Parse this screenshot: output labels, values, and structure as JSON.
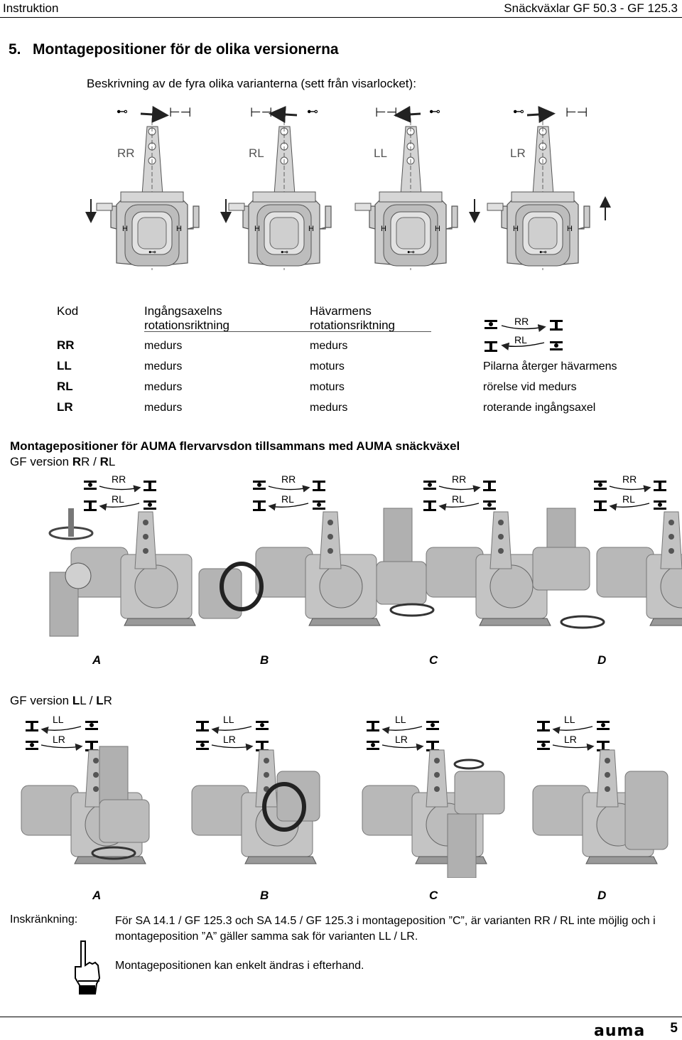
{
  "header": {
    "left": "Instruktion",
    "right": "Snäckväxlar GF 50.3 - GF 125.3"
  },
  "section": {
    "number": "5.",
    "title": "Montagepositioner för de olika versionerna",
    "description": "Beskrivning av de fyra olika varianterna (sett från visarlocket):"
  },
  "variants": [
    "RR",
    "RL",
    "LL",
    "LR"
  ],
  "table": {
    "col_code": "Kod",
    "col_input_1": "Ingångsaxelns",
    "col_input_2": "rotationsriktning",
    "col_lever_1": "Hävarmens",
    "col_lever_2": "rotationsriktning",
    "rows": [
      {
        "code": "RR",
        "input": "medurs",
        "lever": "medurs"
      },
      {
        "code": "LL",
        "input": "medurs",
        "lever": "moturs"
      },
      {
        "code": "RL",
        "input": "medurs",
        "lever": "moturs"
      },
      {
        "code": "LR",
        "input": "medurs",
        "lever": "medurs"
      }
    ],
    "legend_top": "RR",
    "legend_bottom": "RL",
    "note_1": "Pilarna återger hävarmens",
    "note_2": "rörelse vid medurs",
    "note_3": "roterande ingångsaxel"
  },
  "auma_section": {
    "title": "Montagepositioner för AUMA flervarvsdon tillsammans med AUMA snäckväxel",
    "gf_rr_prefix": "GF version ",
    "gf_rr_a": "R",
    "gf_rr_b": "R / ",
    "gf_rr_c": "R",
    "gf_rr_d": "L",
    "gf_ll_prefix": "GF version ",
    "gf_ll_a": "L",
    "gf_ll_b": "L / ",
    "gf_ll_c": "L",
    "gf_ll_d": "R",
    "rr_top": "RR",
    "rr_bottom": "RL",
    "ll_top": "LL",
    "ll_bottom": "LR",
    "positions": [
      "A",
      "B",
      "C",
      "D"
    ]
  },
  "restriction": {
    "label": "Inskränkning:",
    "text": "För SA 14.1 / GF 125.3 och SA 14.5 / GF 125.3 i montageposition ”C”, är varianten RR / RL inte möjlig och i montageposition ”A” gäller samma sak för varianten LL / LR.",
    "note": "Montagepositionen kan enkelt ändras i efterhand."
  },
  "footer": {
    "logo": "auma",
    "page": "5"
  },
  "colors": {
    "drawing": "#c9c9c9",
    "drawing_dark": "#7a7a7a",
    "photo": "#b5b5b5",
    "photo_dark": "#6b6b6b"
  }
}
